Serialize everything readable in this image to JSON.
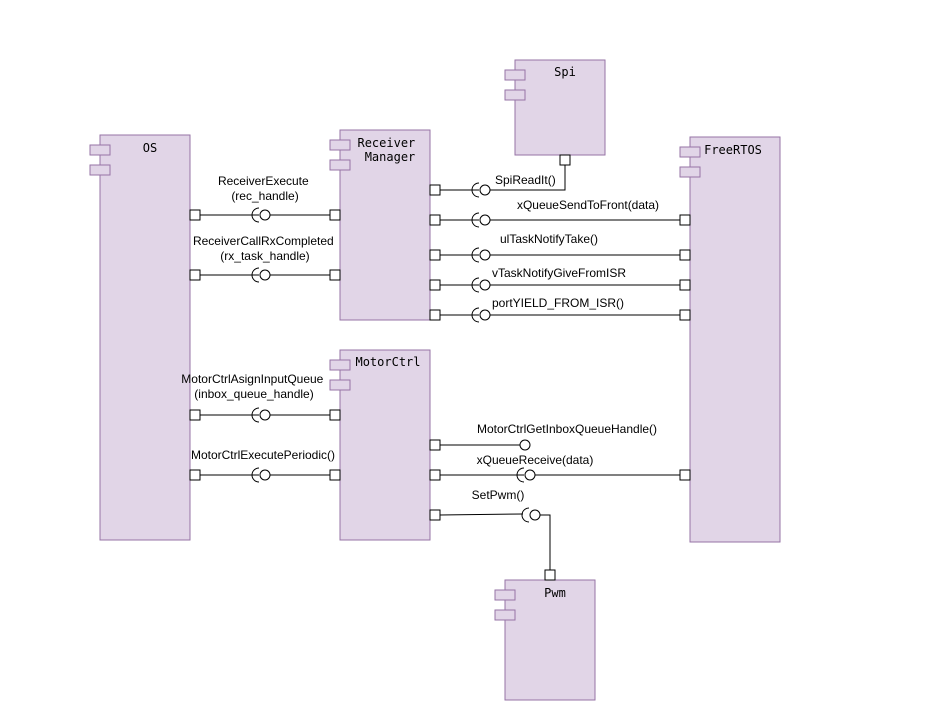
{
  "components": {
    "os": {
      "title_lines": [
        "OS"
      ]
    },
    "receiver_manager": {
      "title_lines": [
        "Receiver",
        "Manager"
      ]
    },
    "spi": {
      "title_lines": [
        "Spi"
      ]
    },
    "freertos": {
      "title_lines": [
        "FreeRTOS"
      ]
    },
    "motorctrl": {
      "title_lines": [
        "MotorCtrl"
      ]
    },
    "pwm": {
      "title_lines": [
        "Pwm"
      ]
    }
  },
  "interfaces": {
    "receiver_execute": [
      "ReceiverExecute",
      "(rec_handle)"
    ],
    "receiver_call_rx_completed": [
      "ReceiverCallRxCompleted",
      "(rx_task_handle)"
    ],
    "spi_read_it": [
      "SpiReadIt()"
    ],
    "xqueue_send_to_front": [
      "xQueueSendToFront(data)"
    ],
    "ul_task_notify_take": [
      "ulTaskNotifyTake()"
    ],
    "v_task_notify_give_from_isr": [
      "vTaskNotifyGiveFromISR"
    ],
    "port_yield_from_isr": [
      "portYIELD_FROM_ISR()"
    ],
    "motorctrl_asign_input_queue": [
      "MotorCtrlAsignInputQueue",
      "(inbox_queue_handle)"
    ],
    "motorctrl_execute_periodic": [
      "MotorCtrlExecutePeriodic()"
    ],
    "motorctrl_get_inbox_queue_handle": [
      "MotorCtrlGetInboxQueueHandle()"
    ],
    "xqueue_receive": [
      "xQueueReceive(data)"
    ],
    "set_pwm": [
      "SetPwm()"
    ]
  },
  "colors": {
    "component_fill": "#e1d5e7",
    "component_stroke": "#9673a6",
    "line": "#000000",
    "background": "#ffffff"
  }
}
